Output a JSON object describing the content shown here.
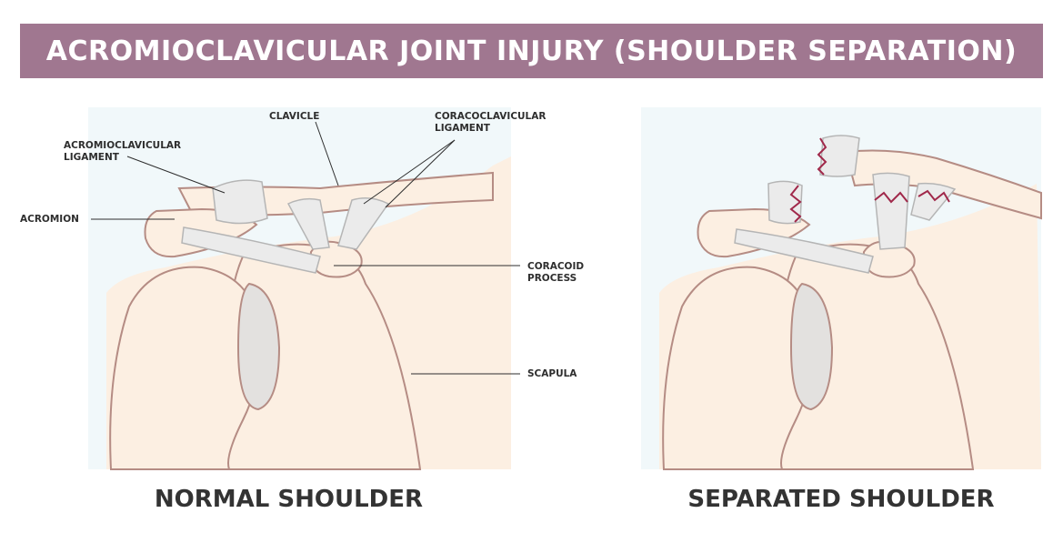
{
  "title": "ACROMIOCLAVICULAR JOINT INJURY (SHOULDER SEPARATION)",
  "panels": {
    "normal": {
      "caption": "NORMAL SHOULDER"
    },
    "separated": {
      "caption": "SEPARATED SHOULDER"
    }
  },
  "labels": {
    "clavicle": "CLAVICLE",
    "coracoclavicular_line1": "CORACOCLAVICULAR",
    "coracoclavicular_line2": "LIGAMENT",
    "acromioclavicular_line1": "ACROMIOCLAVICULAR",
    "acromioclavicular_line2": "LIGAMENT",
    "acromion": "ACROMION",
    "coracoid_line1": "CORACOID",
    "coracoid_line2": "PROCESS",
    "scapula": "SCAPULA"
  },
  "colors": {
    "banner": "#a07790",
    "bone_fill": "#fcefe2",
    "bone_outline": "#b58c84",
    "ligament_fill": "#ebebeb",
    "tear_red": "#a0284a",
    "background_panel": "#f1f8fa"
  }
}
